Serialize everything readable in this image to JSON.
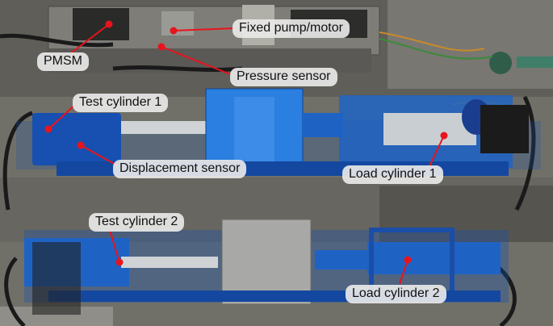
{
  "labels": {
    "pmsm": "PMSM",
    "fixed_pump_motor": "Fixed pump/motor",
    "pressure_sensor": "Pressure sensor",
    "test_cylinder_1": "Test cylinder 1",
    "displacement_sensor": "Displacement sensor",
    "load_cylinder_1": "Load cylinder 1",
    "test_cylinder_2": "Test cylinder 2",
    "load_cylinder_2": "Load cylinder 2"
  },
  "colors": {
    "callout_line": "#e8141c",
    "cylinder_blue": "#1e63c4",
    "frame_blue": "#1750b0",
    "floor": "#6f6e6a"
  }
}
